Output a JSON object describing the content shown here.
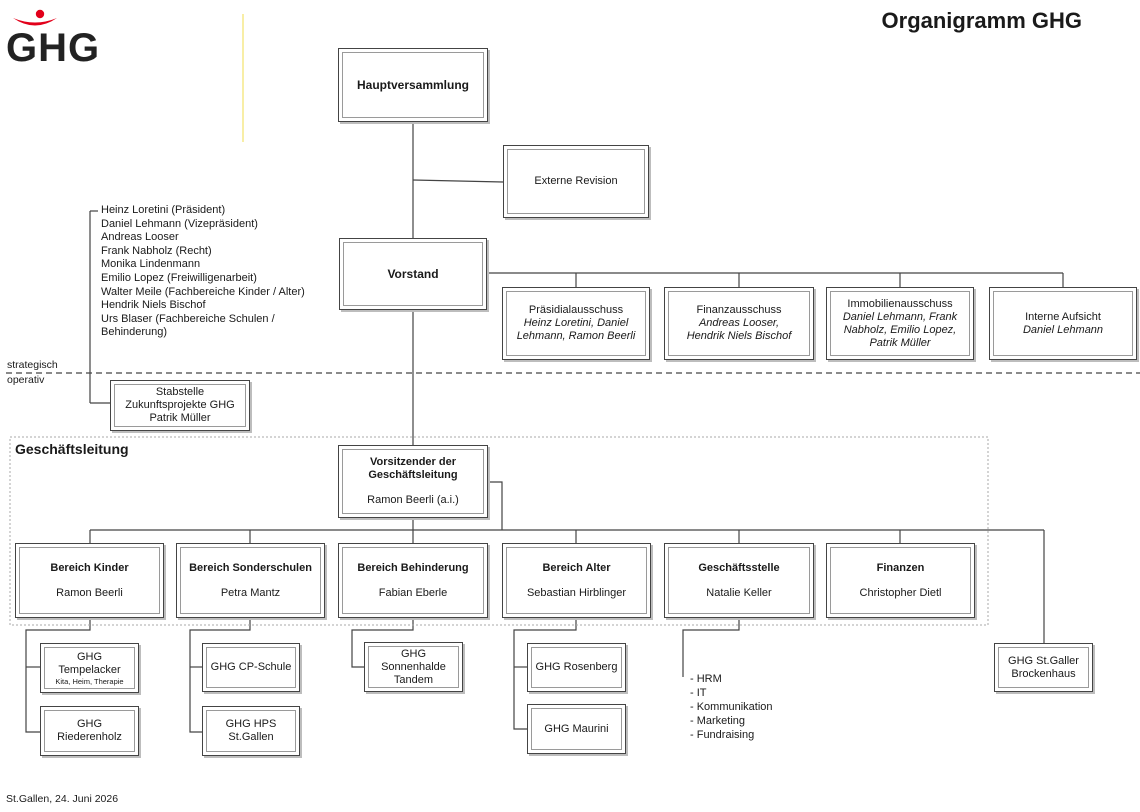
{
  "title": "Organigramm GHG",
  "logo": {
    "text": "GHG",
    "accent_color": "#e2001a",
    "icon": "ghg-logo"
  },
  "colors": {
    "divider_yellow": "#f2e36a",
    "line": "#444444"
  },
  "top": {
    "hauptversammlung": "Hauptversammlung",
    "externe_revision": "Externe Revision",
    "vorstand": "Vorstand"
  },
  "vorstand_members": [
    "Heinz Loretini (Präsident)",
    "Daniel Lehmann (Vizepräsident)",
    "Andreas Looser",
    "Frank Nabholz (Recht)",
    "Monika Lindenmann",
    "Emilio Lopez (Freiwilligenarbeit)",
    "Walter Meile (Fachbereiche Kinder / Alter)",
    "Hendrik Niels Bischof",
    "Urs Blaser (Fachbereiche Schulen /",
    "Behinderung)"
  ],
  "committees": [
    {
      "name": "Präsidialausschuss",
      "members": [
        "Heinz Loretini, Daniel",
        "Lehmann, Ramon Beerli"
      ]
    },
    {
      "name": "Finanzausschuss",
      "members": [
        "Andreas Looser,",
        "Hendrik Niels Bischof"
      ]
    },
    {
      "name": "Immobilienausschuss",
      "members": [
        "Daniel Lehmann, Frank",
        "Nabholz, Emilio Lopez,",
        "Patrik Müller"
      ]
    },
    {
      "name": "Interne Aufsicht",
      "members": [
        "Daniel Lehmann"
      ]
    }
  ],
  "divider": {
    "top_label": "strategisch",
    "bottom_label": "operativ"
  },
  "stabstelle": [
    "Stabstelle",
    "Zukunftsprojekte GHG",
    "Patrik Müller"
  ],
  "geschaeftsleitung": {
    "label": "Geschäftsleitung",
    "chair_title": [
      "Vorsitzender der",
      "Geschäftsleitung"
    ],
    "chair_name": "Ramon Beerli (a.i.)"
  },
  "bereiche": [
    {
      "title": "Bereich Kinder",
      "name": "Ramon Beerli"
    },
    {
      "title": "Bereich Sonderschulen",
      "name": "Petra Mantz"
    },
    {
      "title": "Bereich Behinderung",
      "name": "Fabian Eberle"
    },
    {
      "title": "Bereich Alter",
      "name": "Sebastian Hirblinger"
    },
    {
      "title": "Geschäftsstelle",
      "name": "Natalie Keller"
    },
    {
      "title": "Finanzen",
      "name": "Christopher Dietl"
    }
  ],
  "units": {
    "tempelacker": [
      "GHG",
      "Tempelacker"
    ],
    "tempelacker_sub": "Kita, Heim, Therapie",
    "riederenholz": [
      "GHG",
      "Riederenholz"
    ],
    "cp_schule": "GHG CP-Schule",
    "hps": [
      "GHG HPS",
      "St.Gallen"
    ],
    "sonnenhalde": [
      "GHG",
      "Sonnenhalde",
      "Tandem"
    ],
    "rosenberg": "GHG Rosenberg",
    "maurini": "GHG Maurini",
    "brockenhaus": [
      "GHG St.Galler",
      "Brockenhaus"
    ]
  },
  "geschaeftsstelle_list": [
    "- HRM",
    "- IT",
    "- Kommunikation",
    "- Marketing",
    "- Fundraising"
  ],
  "footer": "St.Gallen, 24. Juni 2026"
}
